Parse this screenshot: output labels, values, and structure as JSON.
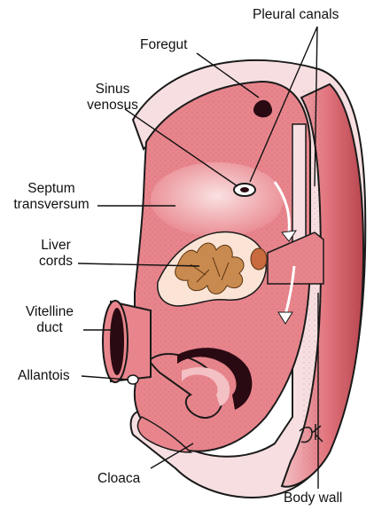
{
  "labels": {
    "pleural_canals": "Pleural canals",
    "foregut": "Foregut",
    "sinus_venosus": [
      "Sinus",
      "venosus"
    ],
    "septum_transversum": [
      "Septum",
      "transversum"
    ],
    "liver_cords": [
      "Liver",
      "cords"
    ],
    "vitelline_duct": [
      "Vitelline",
      "duct"
    ],
    "allantois": "Allantois",
    "cloaca": "Cloaca",
    "body_wall": "Body wall"
  },
  "signature": "Jk",
  "colors": {
    "tissue": "#e8858c",
    "tissue_light": "#f6cdd0",
    "body_wall_pale": "#f7dfe1",
    "cavity_dark": "#2a0a12",
    "liver": "#c98a4f",
    "outline": "#1a1a1a"
  }
}
